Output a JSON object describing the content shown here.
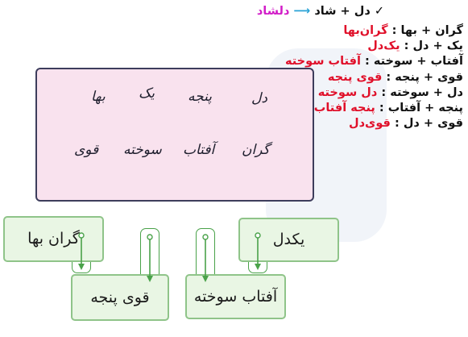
{
  "top_line": {
    "check": "✓",
    "part_a": "دل",
    "plus": "+",
    "part_b": "شاد",
    "arrow": "⟶",
    "result": "دلشاد"
  },
  "equations": [
    {
      "lhs": "گران + بها :",
      "rhs": "گران‌بها"
    },
    {
      "lhs": "یک + دل :",
      "rhs": "یک‌دل"
    },
    {
      "lhs": "آفتاب + سوخته :",
      "rhs": "آفتاب سوخته"
    },
    {
      "lhs": "قوی + پنجه :",
      "rhs": "قوی پنجه"
    },
    {
      "lhs": "دل + سوخته :",
      "rhs": "دل سوخته"
    },
    {
      "lhs": "پنجه + آفتاب :",
      "rhs": "پنجه آفتاب"
    },
    {
      "lhs": "قوی + دل :",
      "rhs": "قوی‌دل"
    }
  ],
  "words": [
    "دل",
    "پنجه",
    "یک",
    "بها",
    "گران",
    "آفتاب",
    "سوخته",
    "قوی"
  ],
  "answers": [
    "یکدل",
    "گران بها",
    "آفتاب سوخته",
    "قوی پنجه"
  ],
  "colors": {
    "pink": "#f9e2ee",
    "green_fill": "#e9f6e4",
    "green_border": "#8fc489",
    "red": "#e0102a",
    "magenta": "#d21ec8",
    "cyan": "#2aa3d6"
  }
}
